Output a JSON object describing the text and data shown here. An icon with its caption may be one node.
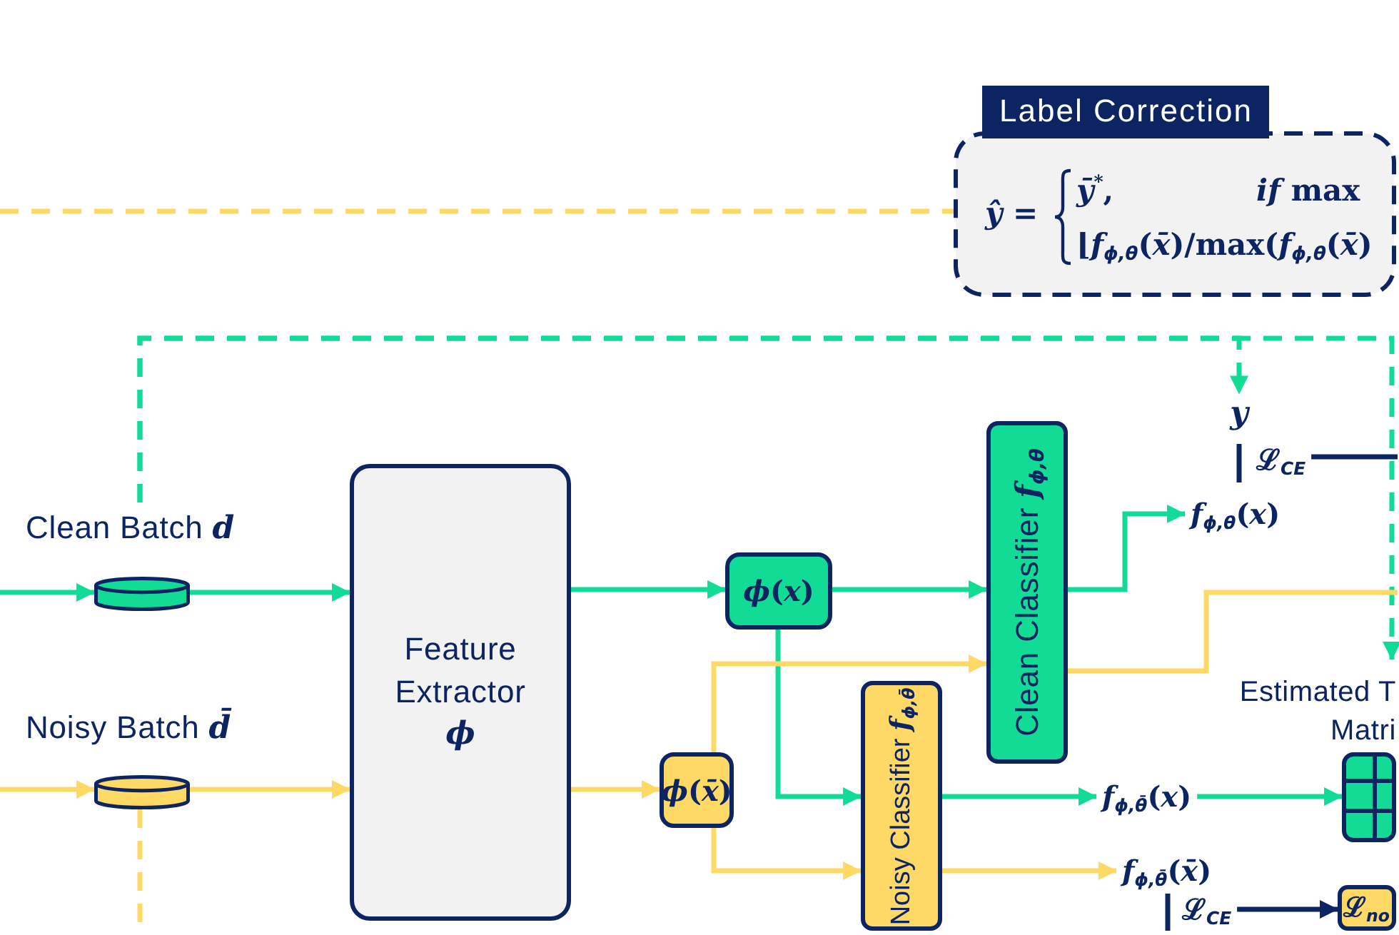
{
  "diagram": {
    "nodes": [
      {
        "text": [
          "Label Correction",
          "*ŷ* =",
          "*ȳ*$^{*}$,",
          "*if* max",
          "⌊*f*$_{ϕ,θ}$(*x̄*)/max(*f*$_{ϕ,θ}$(*x̄*)"
        ]
      },
      {
        "text": [],
        "shape": "cylinder",
        "beside": [
          "Clean Batch **d**"
        ]
      },
      {
        "text": [
          "Feature Extractor **ϕ**"
        ]
      },
      {
        "text": [
          "*ϕ*(*x*)"
        ]
      },
      {
        "text": [
          "Clean Classifier **f**$_{ϕ,θ}$"
        ]
      },
      {
        "text": [
          "y"
        ]
      },
      {
        "text": [
          "ℒ$_{CE}$"
        ]
      },
      {
        "text": [
          "*f*$_{ϕ,θ}$(*x*)"
        ]
      },
      {
        "text": [],
        "shape": "cylinder",
        "beside": [
          "Noisy Batch **d̄**"
        ]
      },
      {
        "text": [
          "*ϕ*(*x̄*)"
        ]
      },
      {
        "text": [
          "Noisy Classifier **f**$_{ϕ,θ̄}$"
        ]
      },
      {
        "text": [
          "Estimated T Matri"
        ]
      },
      {
        "text": [
          "*f*$_{ϕ,θ̄}$(*x*)"
        ]
      },
      {
        "text": [
          "*f*$_{ϕ,θ̄}$(*x̄*)"
        ]
      },
      {
        "text": [
          "ℒ$_{CE}$"
        ]
      },
      {
        "text": [
          "ℒ$_{no}$"
        ]
      }
    ],
    "edges": [
      {
        "from": null,
        "to": 0,
        "arrow": "none",
        "style": "dashed",
        "color": "#ffd966"
      },
      {
        "from": null,
        "to": 1,
        "arrow": "to"
      },
      {
        "from": 1,
        "to": 2,
        "arrow": "to"
      },
      {
        "from": 1,
        "to": 5,
        "arrow": "to",
        "style": "dashed"
      },
      {
        "from": 1,
        "to": 11,
        "arrow": "to",
        "style": "dashed"
      },
      {
        "from": null,
        "to": 8,
        "arrow": "to",
        "color": "#ffd966"
      },
      {
        "from": 8,
        "to": 2,
        "arrow": "to",
        "color": "#ffd966"
      },
      {
        "from": 8,
        "to": null,
        "arrow": "none",
        "style": "dashed",
        "color": "#ffd966"
      },
      {
        "from": 2,
        "to": 3,
        "arrow": "to"
      },
      {
        "from": 2,
        "to": 9,
        "arrow": "to",
        "color": "#ffd966"
      },
      {
        "from": 3,
        "to": 4,
        "arrow": "to"
      },
      {
        "from": 3,
        "to": 10,
        "arrow": "to"
      },
      {
        "from": 9,
        "to": 4,
        "arrow": "to",
        "color": "#ffd966"
      },
      {
        "from": 9,
        "to": 10,
        "arrow": "to",
        "color": "#ffd966"
      },
      {
        "from": 4,
        "to": 7,
        "arrow": "to"
      },
      {
        "from": 4,
        "to": null,
        "arrow": "none",
        "color": "#ffd966"
      },
      {
        "from": 10,
        "to": 12,
        "arrow": "to"
      },
      {
        "from": 12,
        "to": 11,
        "arrow": "to"
      },
      {
        "from": 10,
        "to": 13,
        "arrow": "to",
        "color": "#ffd966"
      },
      {
        "from": 14,
        "to": 15,
        "arrow": "to",
        "color": "#0c2461"
      },
      {
        "from": 6,
        "to": null,
        "arrow": "none",
        "color": "#0c2461"
      }
    ]
  }
}
